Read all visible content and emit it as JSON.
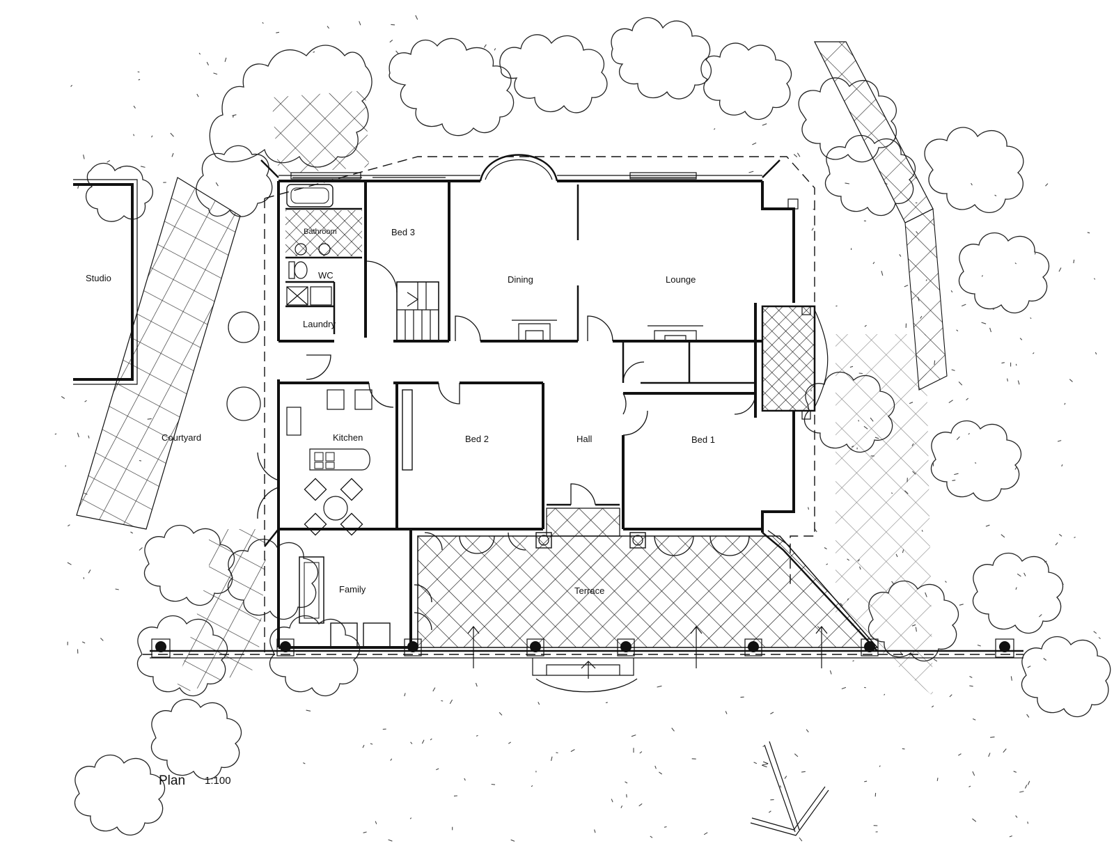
{
  "plan": {
    "rooms": {
      "studio": "Studio",
      "bathroom": "Bathroom",
      "bed3": "Bed  3",
      "dining": "Dining",
      "lounge": "Lounge",
      "wc": "WC",
      "laundry": "Laundry",
      "courtyard": "Courtyard",
      "kitchen": "Kitchen",
      "bed2": "Bed  2",
      "hall": "Hall",
      "bed1": "Bed  1",
      "family": "Family",
      "terrace": "Terrace"
    },
    "title": "Plan",
    "scale": "1:100",
    "north": "N"
  }
}
